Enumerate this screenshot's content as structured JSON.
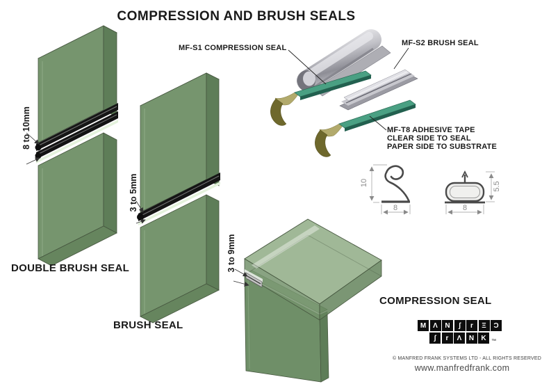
{
  "title": "COMPRESSION AND BRUSH SEALS",
  "exploded": {
    "s1": "MF-S1 COMPRESSION SEAL",
    "s2": "MF-S2 BRUSH SEAL",
    "t8": [
      "MF-T8 ADHESIVE TAPE",
      "CLEAR SIDE TO SEAL",
      "PAPER SIDE TO SUBSTRATE"
    ]
  },
  "assemblies": {
    "double_brush": {
      "dim": "8 to 10mm",
      "name": "DOUBLE BRUSH SEAL"
    },
    "brush": {
      "dim": "3 to 5mm",
      "name": "BRUSH SEAL"
    },
    "compression": {
      "dim": "3 to 9mm",
      "name": "COMPRESSION SEAL"
    }
  },
  "cross_sections": {
    "compression_profile": {
      "height": "10",
      "width": "8"
    },
    "brush_profile": {
      "width": "8",
      "height": "5.5"
    }
  },
  "logo": {
    "row1": [
      "M",
      "Λ",
      "N",
      "ʃ",
      "r",
      "Ξ",
      "Ɔ"
    ],
    "row2": [
      "ʃ",
      "r",
      "Λ",
      "N",
      "K"
    ],
    "tm": "™"
  },
  "footer": {
    "copyright_symbol": "©",
    "copyright": "MANFRED FRANK SYSTEMS LTD - ALL RIGHTS RESERVED",
    "website": "www.manfredfrank.com"
  },
  "colors": {
    "glass_green": "#76956e",
    "glass_top": "#94ae8b",
    "glass_side": "#5e7d58",
    "tape_green": "#4aa083",
    "backing_olive": "#6e682c",
    "seal_black": "#161616",
    "metal_gray": "#c7c7cd"
  }
}
